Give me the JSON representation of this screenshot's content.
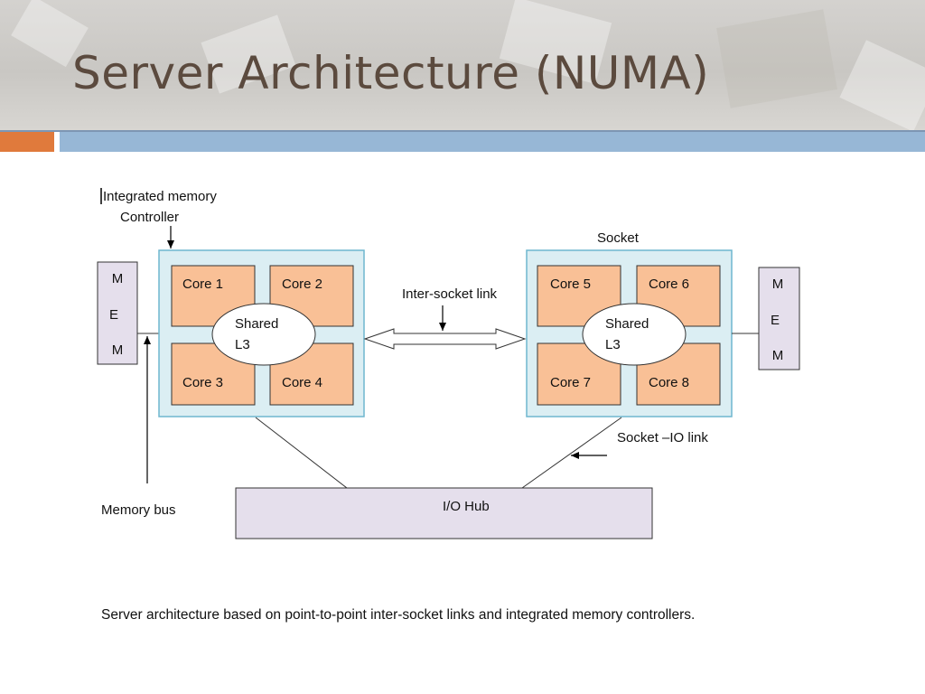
{
  "slide": {
    "title": "Server Architecture (NUMA)",
    "caption": "Server architecture based on point-to-point inter-socket links and integrated memory controllers."
  },
  "diagram": {
    "labels": {
      "imc_line1": "Integrated memory",
      "imc_line2": "Controller",
      "socket": "Socket",
      "inter_socket_link": "Inter-socket link",
      "socket_io_link": "Socket –IO link",
      "memory_bus": "Memory bus",
      "io_hub": "I/O Hub"
    },
    "socket_left": {
      "cores": [
        "Core 1",
        "Core 2",
        "Core 3",
        "Core 4"
      ],
      "cache_line1": "Shared",
      "cache_line2": "L3"
    },
    "socket_right": {
      "cores": [
        "Core 5",
        "Core 6",
        "Core 7",
        "Core 8"
      ],
      "cache_line1": "Shared",
      "cache_line2": "L3"
    },
    "mem_left": [
      "M",
      "E",
      "M"
    ],
    "mem_right": [
      "M",
      "E",
      "M"
    ]
  },
  "colors": {
    "title": "#5b4a3e",
    "core_fill": "#f9c096",
    "socket_fill": "#dbeef3",
    "socket_border": "#6fb7cf",
    "mem_fill": "#e5dfec",
    "io_fill": "#e5dfec",
    "accent_orange": "#e07a3c",
    "accent_blue": "#97b7d6"
  }
}
